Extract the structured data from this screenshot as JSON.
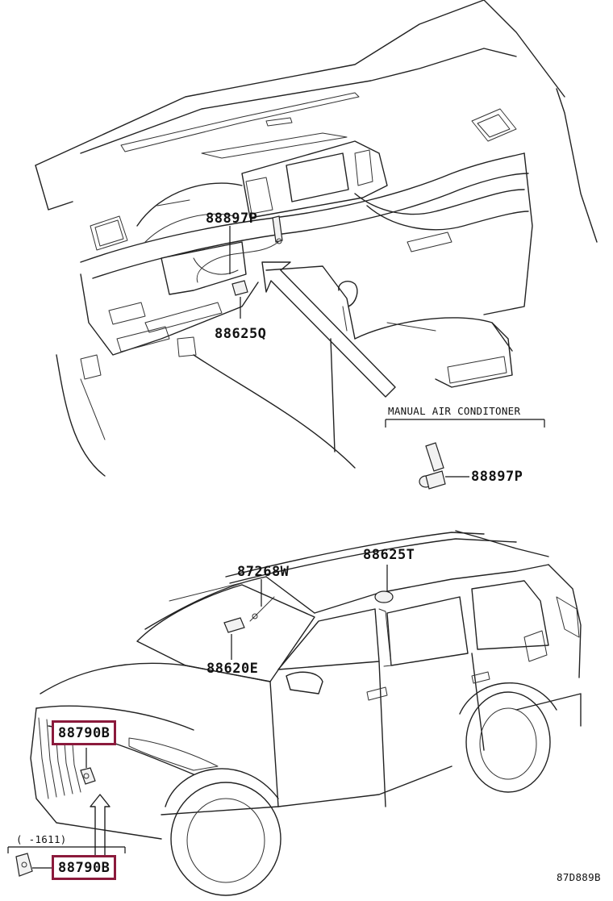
{
  "diagram": {
    "part_labels": {
      "top_sensor": "88897P",
      "top_module": "88625Q",
      "manual_ac_title": "MANUAL AIR CONDITONER",
      "manual_ac_sensor": "88897P",
      "roof_sensor": "88625T",
      "cabin_sensor": "87268W",
      "cabin_module": "88620E",
      "front_sensor": "88790B",
      "date_range": "(  -1611)",
      "front_sensor_alt": "88790B"
    },
    "figure_code": "87D889B",
    "colors": {
      "highlight_border": "#8b1a3c",
      "line": "#222222",
      "background": "#ffffff"
    }
  }
}
